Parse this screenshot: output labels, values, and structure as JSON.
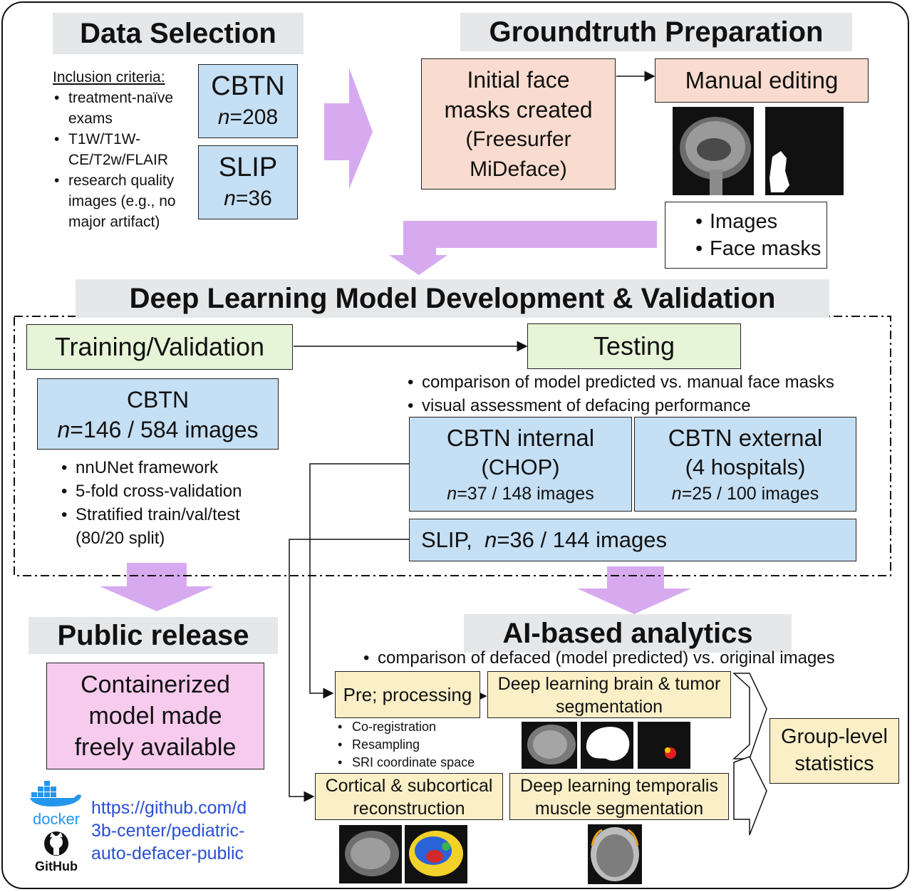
{
  "data_selection": {
    "title": "Data Selection",
    "criteria_title": "Inclusion criteria:",
    "criteria": [
      "treatment-naïve exams",
      "T1W/T1W-CE/T2w/FLAIR",
      "research quality images (e.g., no major artifact)"
    ],
    "criteria_lines": [
      [
        "treatment-naïve",
        "exams"
      ],
      [
        "T1W/T1W-",
        "CE/T2w/FLAIR"
      ],
      [
        "research quality",
        "images (e.g., no",
        "major artifact)"
      ]
    ],
    "cbtn": {
      "name": "CBTN",
      "n": "208"
    },
    "slip": {
      "name": "SLIP",
      "n": "36"
    }
  },
  "groundtruth": {
    "title": "Groundtruth Preparation",
    "initial_lines": [
      "Initial face",
      "masks created",
      "(Freesurfer",
      "MiDeface)"
    ],
    "manual": "Manual editing",
    "outputs": [
      "Images",
      "Face masks"
    ]
  },
  "dl": {
    "title": "Deep Learning Model Development & Validation",
    "training": {
      "title": "Training/Validation",
      "cbtn_name": "CBTN",
      "cbtn_n": "146 / 584 images",
      "bullets": [
        "nnUNet framework",
        "5-fold cross-validation",
        "Stratified train/val/test"
      ],
      "split": "(80/20 split)"
    },
    "testing": {
      "title": "Testing",
      "bullets": [
        "comparison of model predicted vs. manual face masks",
        "visual assessment of defacing performance"
      ],
      "internal": {
        "line1": "CBTN internal",
        "line2": "(CHOP)",
        "n": "37 / 148 images"
      },
      "external": {
        "line1": "CBTN external",
        "line2": "(4 hospitals)",
        "n": "25 / 100 images"
      },
      "slip": {
        "name": "SLIP,",
        "n": "36 / 144 images"
      }
    }
  },
  "public": {
    "title": "Public release",
    "lines": [
      "Containerized",
      "model made",
      "freely available"
    ],
    "docker": "docker",
    "github": "GitHub",
    "url_lines": [
      "https://github.com/d",
      "3b-center/pediatric-",
      "auto-defacer-public"
    ]
  },
  "analytics": {
    "title": "AI-based analytics",
    "bullet": "comparison of defaced (model predicted) vs. original images",
    "preprocessing": "Pre; processing",
    "pre_bullets": [
      "Co-registration",
      "Resampling",
      "SRI coordinate space"
    ],
    "brain_lines": [
      "Deep learning brain & tumor",
      "segmentation"
    ],
    "cortical_lines": [
      "Cortical & subcortical",
      "reconstruction"
    ],
    "temporalis_lines": [
      "Deep learning temporalis",
      "muscle segmentation"
    ],
    "group_lines": [
      "Group-level",
      "statistics"
    ]
  },
  "n_label": "n"
}
